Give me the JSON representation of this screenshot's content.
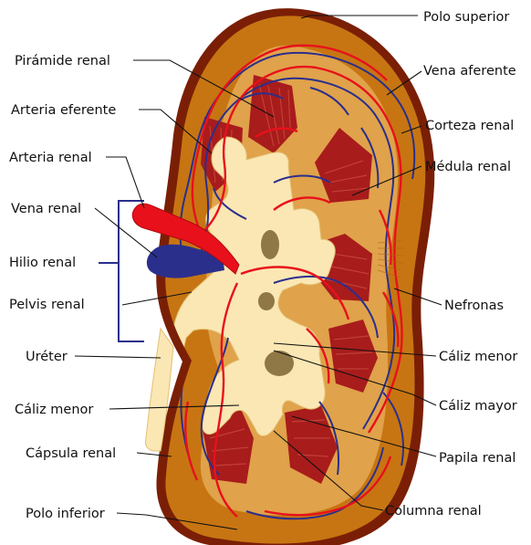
{
  "labels": {
    "polo_superior": "Polo superior",
    "piramide_renal": "Pirámide renal",
    "vena_aferente": "Vena aferente",
    "arteria_eferente": "Arteria eferente",
    "corteza_renal": "Corteza renal",
    "arteria_renal": "Arteria renal",
    "medula_renal": "Médula renal",
    "vena_renal": "Vena renal",
    "hilio_renal": "Hilio renal",
    "pelvis_renal": "Pelvis renal",
    "nefronas": "Nefronas",
    "ureter": "Uréter",
    "caliz_menor_right": "Cáliz menor",
    "caliz_mayor": "Cáliz mayor",
    "caliz_menor_left": "Cáliz menor",
    "capsula_renal": "Cápsula renal",
    "papila_renal": "Papila renal",
    "columna_renal": "Columna renal",
    "polo_inferior": "Polo inferior"
  },
  "colors": {
    "capsule": "#7a1f06",
    "cortex": "#c77512",
    "medulla_zone": "#e0a24a",
    "pyramid": "#a81c1c",
    "pyramid_stripe": "#c94a3c",
    "pelvis": "#fbe7b4",
    "artery": "#e8111b",
    "vein": "#2a2f8c",
    "bracket": "#2a2f8c",
    "leader": "#111111"
  }
}
